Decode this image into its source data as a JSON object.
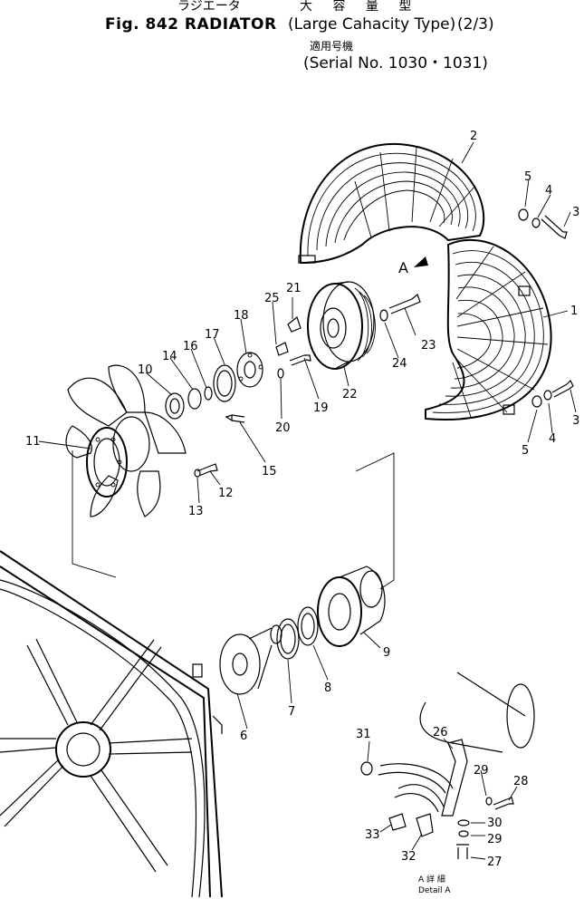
{
  "header": {
    "title_jp_left": "ラジエータ",
    "title_jp_right": "大 容 量 型",
    "title_main": "Fig. 842 RADIATOR",
    "title_type": "(Large Cahacity Type)",
    "title_fraction": "(2/3)",
    "applicable_jp": "適用号機",
    "serial": "(Serial No. 1030・1031)"
  },
  "view_marker": "A",
  "detail_caption_jp": "A 詳 細",
  "detail_caption_en": "Detail A",
  "callouts": {
    "p1": "1",
    "p2": "2",
    "p3a": "3",
    "p3b": "3",
    "p4a": "4",
    "p4b": "4",
    "p5a": "5",
    "p5b": "5",
    "p6": "6",
    "p7": "7",
    "p8": "8",
    "p9": "9",
    "p10": "10",
    "p11": "11",
    "p12": "12",
    "p13": "13",
    "p14": "14",
    "p15": "15",
    "p16": "16",
    "p17": "17",
    "p18": "18",
    "p19": "19",
    "p20": "20",
    "p21": "21",
    "p22": "22",
    "p23": "23",
    "p24": "24",
    "p25": "25",
    "p26": "26",
    "p27": "27",
    "p28": "28",
    "p29a": "29",
    "p29b": "29",
    "p30": "30",
    "p31": "31",
    "p32": "32",
    "p33": "33"
  }
}
